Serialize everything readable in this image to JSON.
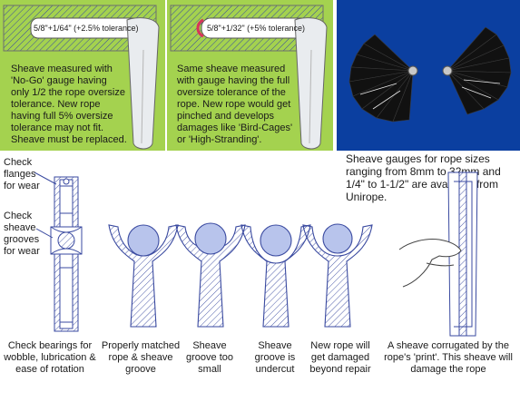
{
  "panel_left": {
    "gauge_label": "5/8\"+1/64\" (+2.5% tolerance)",
    "text": "Sheave measured with 'No-Go' gauge having only 1/2 the rope oversize tolerance. New rope having full 5% oversize tolerance may not fit. Sheave must be replaced."
  },
  "panel_middle": {
    "gauge_label": "5/8\"+1/32\" (+5% tolerance)",
    "text": "Same sheave measured with gauge having the full oversize tolerance of the rope. New rope would get pinched and develops damages like 'Bird-Cages' or 'High-Stranding'."
  },
  "photo_caption": "Sheave gauges for rope sizes ranging from 8mm to 32mm and 1/4\" to 1-1/2\" are available from Unirope.",
  "callouts": {
    "flanges": "Check flanges for wear",
    "grooves": "Check sheave grooves for wear"
  },
  "captions": {
    "bearings": "Check bearings for wobble, lubrication & ease of rotation",
    "matched": "Properly matched rope & sheave groove",
    "too_small": "Sheave groove too small",
    "undercut": "Sheave groove is undercut",
    "new_rope": "New rope will get damaged beyond repair",
    "corrugated": "A sheave corrugated by the rope's 'print'. This sheave will damage the rope"
  },
  "colors": {
    "panel_green": "#a4d24f",
    "photo_blue": "#0b3fa0",
    "diagram_blue": "#3a4aa0",
    "rope_fill": "#b8c4ec"
  }
}
